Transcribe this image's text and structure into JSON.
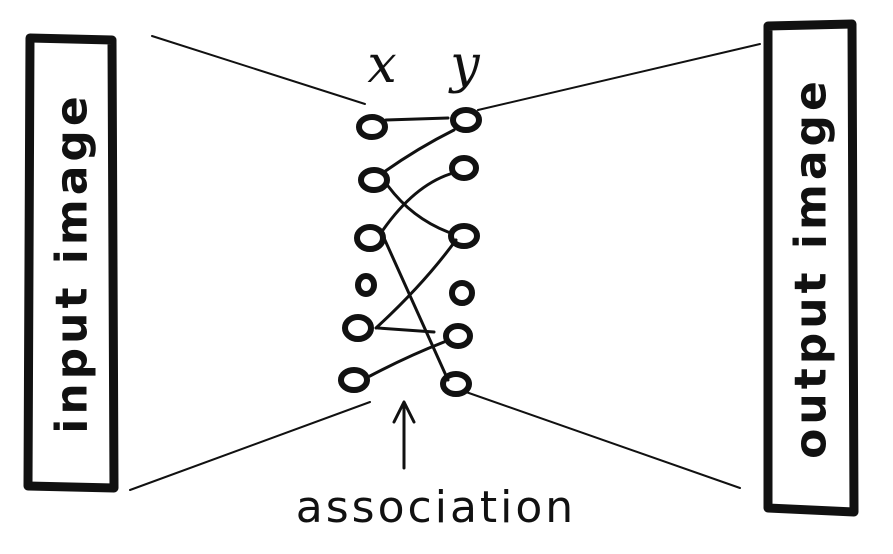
{
  "labels": {
    "input": "input image",
    "output": "output image",
    "x": "x",
    "y": "y",
    "association": "association"
  },
  "colors": {
    "ink": "#111111",
    "background": "#ffffff"
  }
}
